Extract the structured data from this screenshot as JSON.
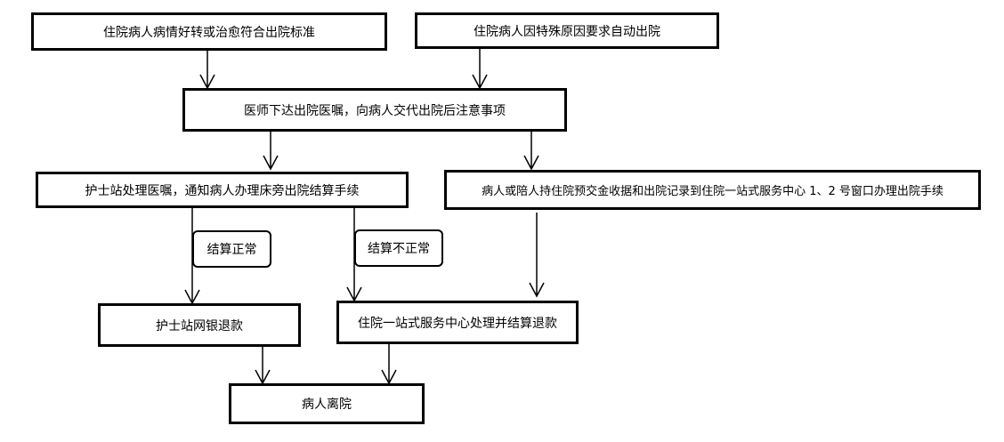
{
  "flowchart": {
    "box_condition_recovered": "住院病人病情好转或治愈符合出院标准",
    "box_condition_voluntary": "住院病人因特殊原因要求自动出院",
    "box_doctor_order": "医师下达出院医嘱，向病人交代出院后注意事项",
    "box_nurse_station": "护士站处理医嘱，通知病人办理床旁出院结算手续",
    "box_patient_window": "病人或陪人持住院预交金收据和出院记录到住院一站式服务中心 1、2 号窗口办理出院手续",
    "label_settle_normal": "结算正常",
    "label_settle_abnormal": "结算不正常",
    "box_online_refund": "护士站网银退款",
    "box_service_center_refund": "住院一站式服务中心处理并结算退款",
    "box_discharge": "病人离院"
  }
}
